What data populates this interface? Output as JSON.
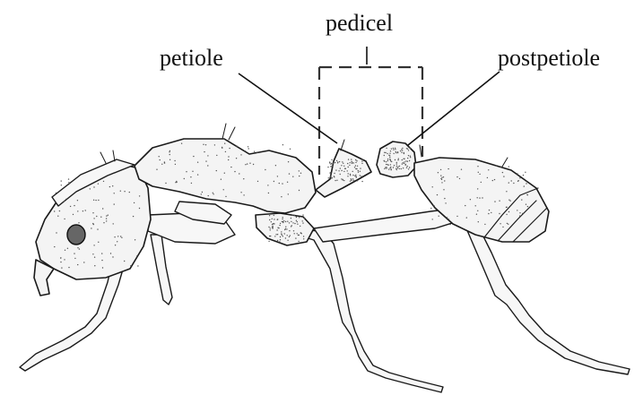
{
  "labels": {
    "petiole": "petiole",
    "pedicel": "pedicel",
    "postpetiole": "postpetiole"
  },
  "colors": {
    "ink": "#1a1a1a",
    "background": "#ffffff"
  }
}
